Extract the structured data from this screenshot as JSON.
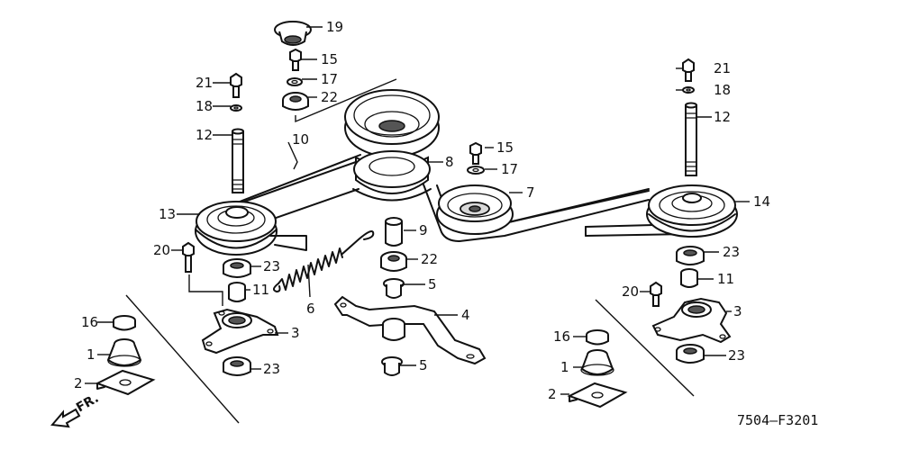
{
  "drawing_code": "7504—F3201",
  "direction_label": "FR.",
  "callouts": {
    "c1a": "1",
    "c1b": "1",
    "c2a": "2",
    "c2b": "2",
    "c3a": "3",
    "c3b": "3",
    "c4": "4",
    "c5a": "5",
    "c5b": "5",
    "c6": "6",
    "c7": "7",
    "c8": "8",
    "c9": "9",
    "c10": "10",
    "c11a": "11",
    "c11b": "11",
    "c12a": "12",
    "c12b": "12",
    "c13": "13",
    "c14": "14",
    "c15a": "15",
    "c15b": "15",
    "c16a": "16",
    "c16b": "16",
    "c17a": "17",
    "c17b": "17",
    "c18a": "18",
    "c18b": "18",
    "c19": "19",
    "c20a": "20",
    "c20b": "20",
    "c21a": "21",
    "c21b": "21",
    "c22a": "22",
    "c22b": "22",
    "c23a": "23",
    "c23b": "23",
    "c23c": "23",
    "c23d": "23"
  }
}
